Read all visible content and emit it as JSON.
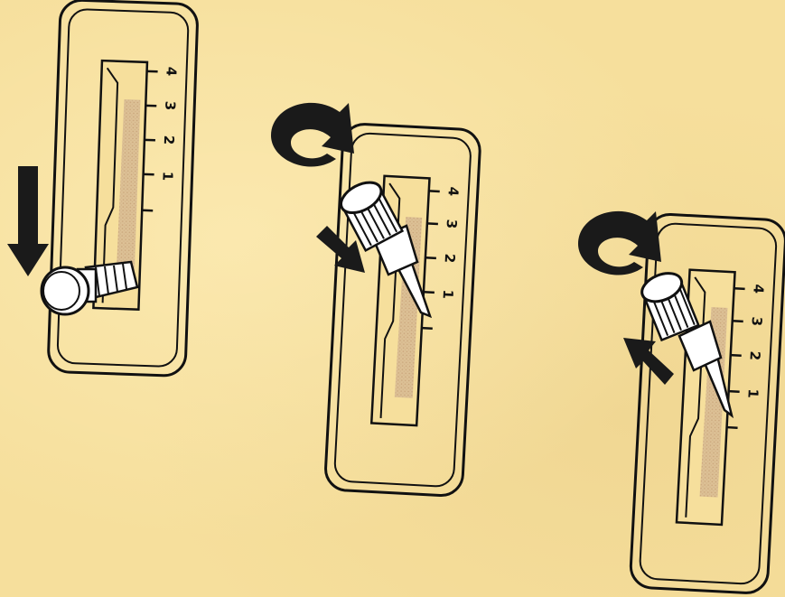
{
  "colors": {
    "background": "#f6df9c",
    "line": "#111111",
    "channel_fill": "#d9b98a",
    "knob_fill": "#ffffff"
  },
  "panels": [
    {
      "id": "panel-1",
      "scale_labels": [
        "4",
        "3",
        "2",
        "1"
      ],
      "knob_state": "bottom",
      "arrow": "down-arrow-icon"
    },
    {
      "id": "panel-2",
      "scale_labels": [
        "4",
        "3",
        "2",
        "1"
      ],
      "knob_state": "tilted-down",
      "arrow": "push-in-arrow-icon",
      "rotation": "rotate-clockwise-icon"
    },
    {
      "id": "panel-3",
      "scale_labels": [
        "4",
        "3",
        "2",
        "1"
      ],
      "knob_state": "tilted-up",
      "arrow": "pull-out-arrow-icon",
      "rotation": "rotate-clockwise-icon"
    }
  ]
}
